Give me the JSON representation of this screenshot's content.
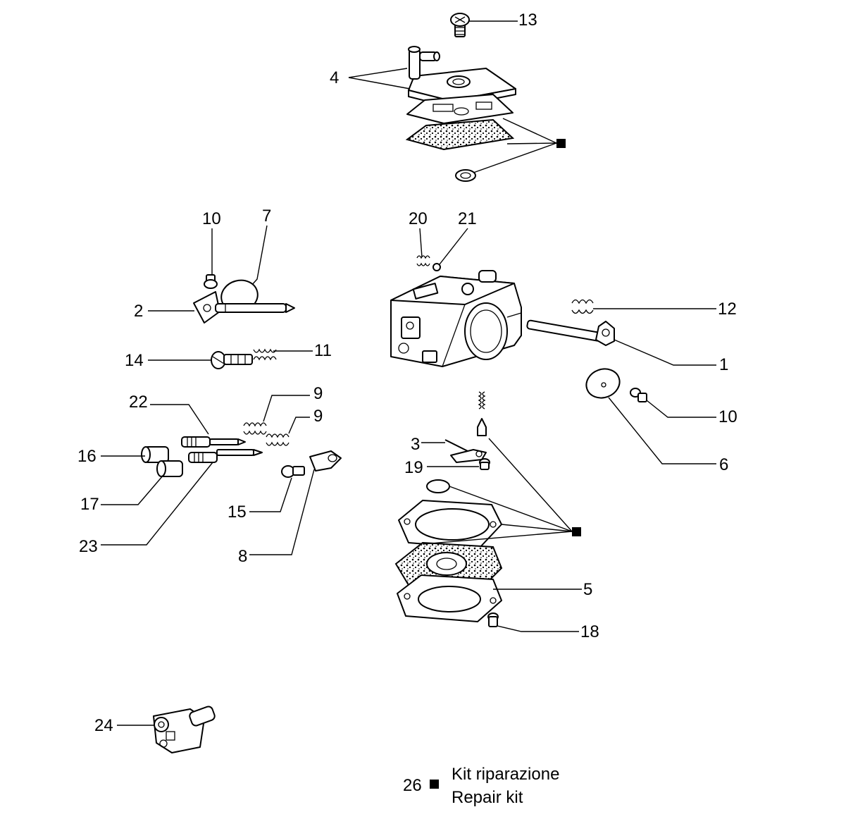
{
  "callouts": {
    "c1": "1",
    "c2": "2",
    "c3": "3",
    "c4": "4",
    "c5": "5",
    "c6": "6",
    "c7": "7",
    "c8": "8",
    "c9a": "9",
    "c9b": "9",
    "c10a": "10",
    "c10b": "10",
    "c11": "11",
    "c12": "12",
    "c13": "13",
    "c14": "14",
    "c15": "15",
    "c16": "16",
    "c17": "17",
    "c18": "18",
    "c19": "19",
    "c20": "20",
    "c21": "21",
    "c22": "22",
    "c23": "23",
    "c24": "24"
  },
  "legend": {
    "number": "26",
    "line1": "Kit riparazione",
    "line2": "Repair kit"
  },
  "colors": {
    "ink": "#000000",
    "paper": "#ffffff"
  },
  "icons": {
    "kit_marker": "black-square-icon"
  }
}
